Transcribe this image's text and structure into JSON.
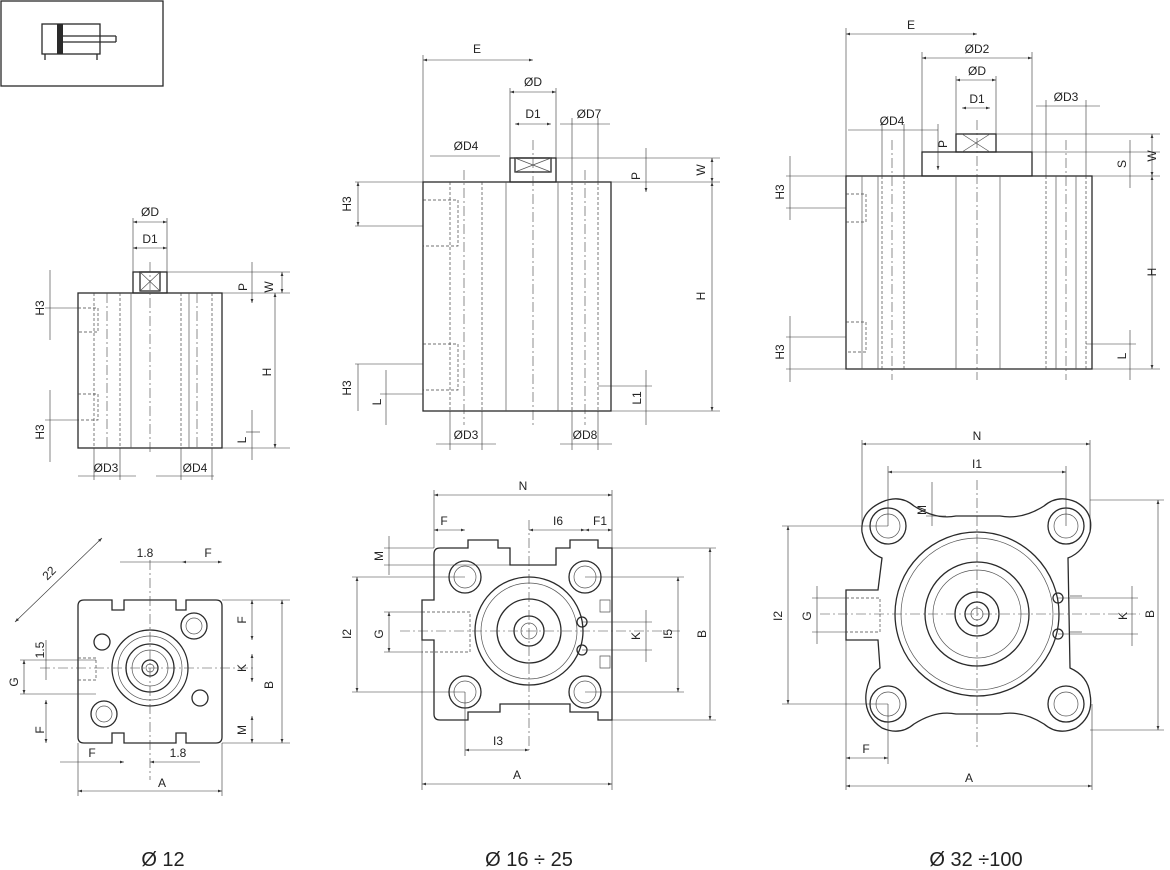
{
  "symbol": {
    "icon": "pneumatic-cylinder-symbol-icon"
  },
  "captions": {
    "d12": "Ø 12",
    "d16_25": "Ø 16 ÷ 25",
    "d32_100": "Ø 32 ÷100"
  },
  "labels": {
    "E": "E",
    "N": "N",
    "A": "A",
    "B": "B",
    "H": "H",
    "W": "W",
    "P": "P",
    "S": "S",
    "L": "L",
    "L1": "L1",
    "H3": "H3",
    "F": "F",
    "F1": "F1",
    "G": "G",
    "K": "K",
    "M": "M",
    "I1": "I1",
    "I2": "I2",
    "I3": "I3",
    "I5": "I5",
    "I6": "I6",
    "OD": "ØD",
    "OD1": "D1",
    "OD2": "ØD2",
    "OD3": "ØD3",
    "OD4": "ØD4",
    "OD7": "ØD7",
    "OD8": "ØD8",
    "v18": "1.8",
    "v22": "22",
    "v15": "1.5"
  }
}
